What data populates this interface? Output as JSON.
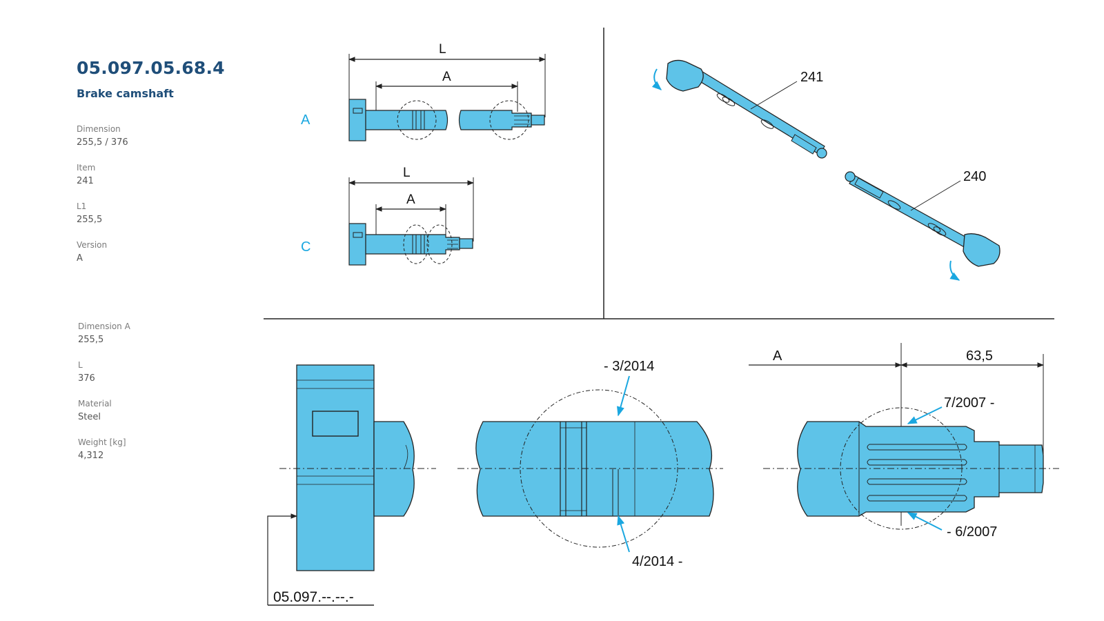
{
  "product": {
    "part_number": "05.097.05.68.4",
    "name": "Brake camshaft"
  },
  "specs_group1": [
    {
      "label": "Dimension",
      "value": "255,5 / 376"
    },
    {
      "label": "Item",
      "value": "241"
    },
    {
      "label": "L1",
      "value": "255,5"
    },
    {
      "label": "Version",
      "value": "A"
    }
  ],
  "specs_group2": [
    {
      "label": "Dimension A",
      "value": "255,5"
    },
    {
      "label": "L",
      "value": "376"
    },
    {
      "label": "Material",
      "value": "Steel"
    },
    {
      "label": "Weight [kg]",
      "value": "4,312"
    }
  ],
  "drawing": {
    "version_a": {
      "tag": "A",
      "dim_l": "L",
      "dim_a": "A"
    },
    "version_c": {
      "tag": "C",
      "dim_l": "L",
      "dim_a": "A"
    },
    "iso": {
      "item_241": "241",
      "item_240": "240"
    },
    "details": {
      "part_ref": "05.097.--.--.-",
      "date_3_2014": "-  3/2014",
      "date_4_2014": "4/2014  -",
      "dim_a": "A",
      "dim_63_5": "63,5",
      "date_7_2007": "7/2007  -",
      "date_6_2007": "-  6/2007"
    }
  },
  "colors": {
    "part_fill": "#5ec3e8",
    "accent": "#1aa7e0",
    "title": "#1f4e79",
    "line": "#222222"
  }
}
